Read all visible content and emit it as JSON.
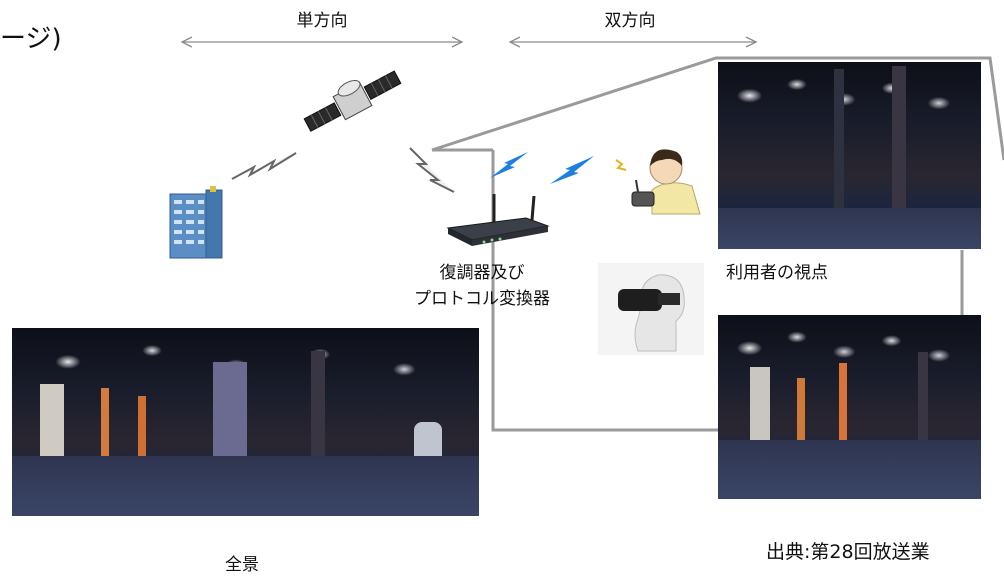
{
  "header": {
    "title_fragment": "ージ)"
  },
  "arrows": {
    "one_way_label": "単方向",
    "two_way_label": "双方向"
  },
  "devices": {
    "demodulator_label_line1": "復調器及び",
    "demodulator_label_line2": "プロトコル変換器"
  },
  "views": {
    "user_viewpoint_label": "利用者の視点",
    "panorama_label": "全景"
  },
  "source": {
    "citation": "出典:第28回放送業"
  },
  "colors": {
    "connector_gray": "#9a9a9a",
    "arrow_gray": "#8a8a8a",
    "signal_blue": "#1e7fe0",
    "panorama_dark": "#141722",
    "building_blue": "#5a8ec4"
  },
  "icons": [
    "satellite-icon",
    "building-icon",
    "signal-zigzag-icon",
    "router-icon",
    "wireless-signal-icon",
    "controller-user-icon",
    "vr-headset-icon"
  ]
}
